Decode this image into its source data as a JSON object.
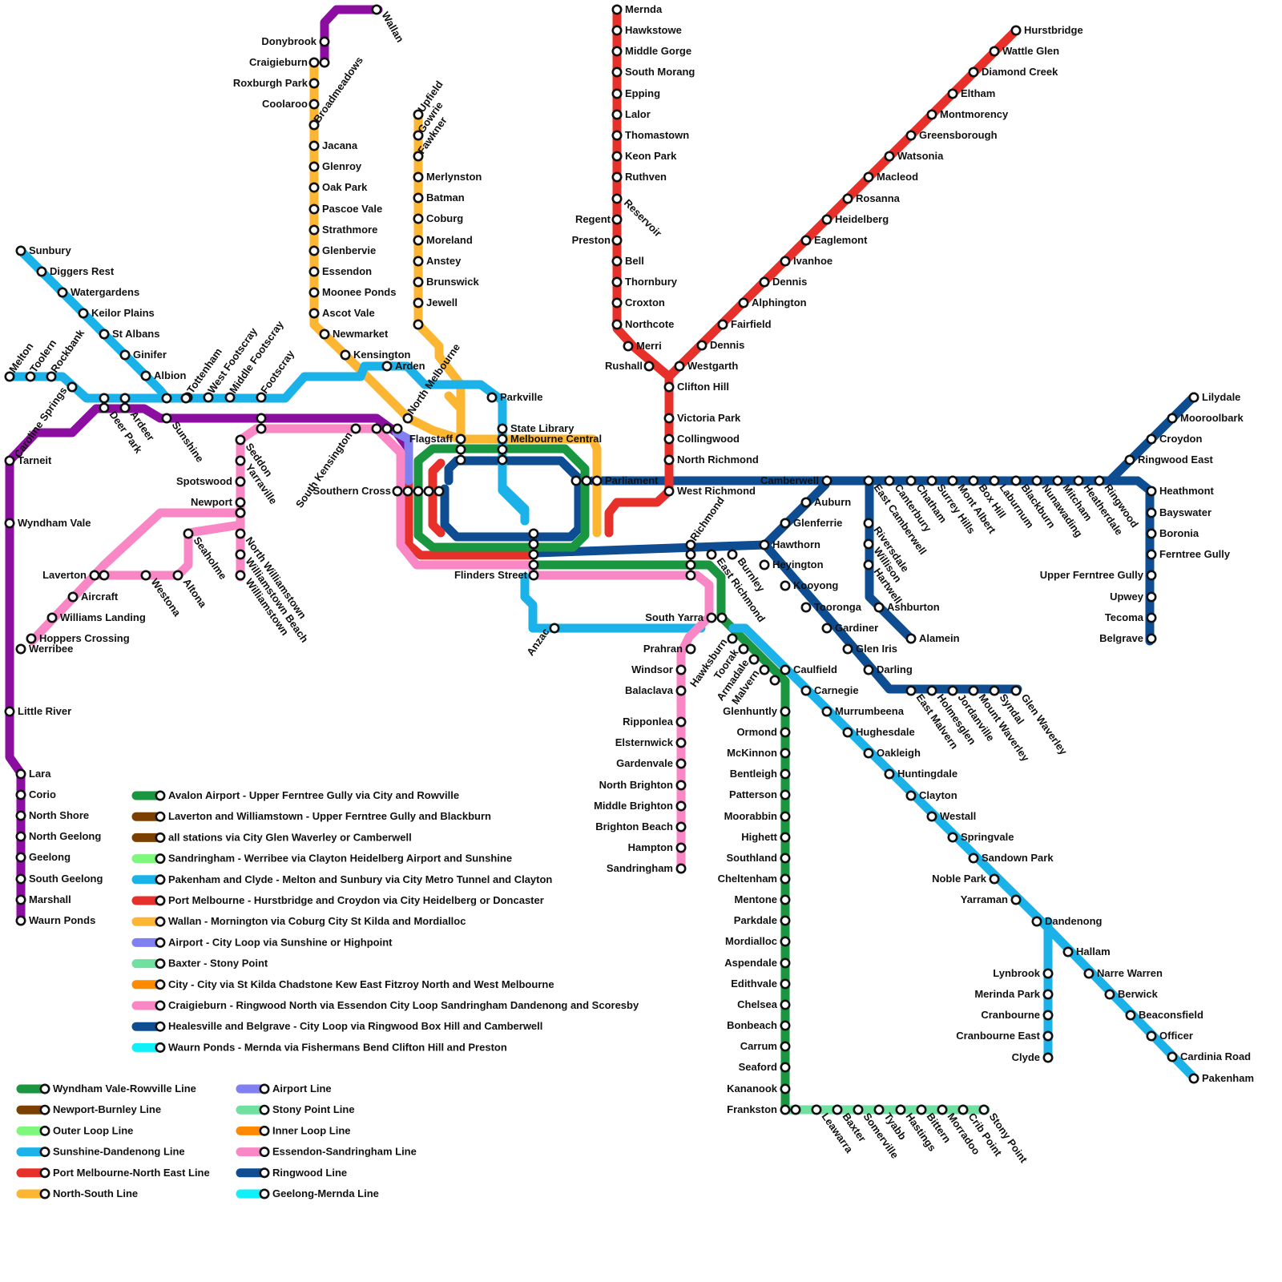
{
  "colors": {
    "green": "#1a9641",
    "brown": "#7b3f00",
    "light-green": "#7ef87a",
    "cyan": "#1ab2e8",
    "red": "#e8302a",
    "orange": "#fdb631",
    "violet": "#8080f0",
    "mint": "#6fe0a0",
    "amber": "#ff8a00",
    "pink": "#f987c5",
    "navy": "#0e4d92",
    "aqua": "#10f0f8",
    "purple": "#8b0ea0"
  },
  "stations": {
    "mernda": "Mernda",
    "hawkstowe": "Hawkstowe",
    "middle_gorge": "Middle Gorge",
    "south_morang": "South Morang",
    "epping": "Epping",
    "lalor": "Lalor",
    "thomastown": "Thomastown",
    "keon_park": "Keon Park",
    "ruthven": "Ruthven",
    "reservoir": "Reservoir",
    "regent": "Regent",
    "preston": "Preston",
    "bell": "Bell",
    "thornbury": "Thornbury",
    "croxton": "Croxton",
    "northcote": "Northcote",
    "merri": "Merri",
    "rushall": "Rushall",
    "westgarth": "Westgarth",
    "clifton_hill": "Clifton Hill",
    "victoria_park": "Victoria Park",
    "collingwood": "Collingwood",
    "north_richmond": "North Richmond",
    "west_richmond": "West Richmond",
    "hurstbridge": "Hurstbridge",
    "wattle_glen": "Wattle Glen",
    "diamond_creek": "Diamond Creek",
    "eltham": "Eltham",
    "montmorency": "Montmorency",
    "greensborough": "Greensborough",
    "watsonia": "Watsonia",
    "macleod": "Macleod",
    "rosanna": "Rosanna",
    "heidelberg": "Heidelberg",
    "eaglemont": "Eaglemont",
    "ivanhoe": "Ivanhoe",
    "darebin": "Dennis",
    "alphington": "Alphington",
    "fairfield": "Fairfield",
    "dennis": "Dennis",
    "wallan": "Wallan",
    "donnybrook": "Donybrook",
    "craigieburn": "Craigieburn",
    "roxburgh_park": "Roxburgh Park",
    "coolaroo": "Coolaroo",
    "broadmeadows": "Broadmeadows",
    "jacana": "Jacana",
    "glenroy": "Glenroy",
    "oak_park": "Oak Park",
    "pascoe_vale": "Pascoe Vale",
    "strathmore": "Strathmore",
    "glenbervie": "Glenbervie",
    "essendon": "Essendon",
    "moonee_ponds": "Moonee Ponds",
    "ascot_vale": "Ascot Vale",
    "newmarket": "Newmarket",
    "kensington": "Kensington",
    "arden": "Arden",
    "north_melbourne": "North Melbourne",
    "parkville": "Parkville",
    "upfield": "Upfield",
    "gowrie": "Gowrie",
    "fawkner": "Fawkner",
    "merlynston": "Merlynston",
    "batman": "Batman",
    "coburg": "Coburg",
    "moreland": "Moreland",
    "anstey": "Anstey",
    "brunswick": "Brunswick",
    "jewell": "Jewell",
    "state_library": "State Library",
    "melbourne_central": "Melbourne Central",
    "flagstaff": "Flagstaff",
    "parliament": "Parliament",
    "southern_cross": "Southern Cross",
    "flinders_street": "Flinders Street",
    "south_kensington": "South Kensington",
    "anzac": "Anzac",
    "sunbury": "Sunbury",
    "diggers_rest": "Diggers Rest",
    "watergardens": "Watergardens",
    "keilor_plains": "Keilor Plains",
    "st_albans": "St Albans",
    "ginifer": "Ginifer",
    "albion": "Albion",
    "melton": "Melton",
    "toolern": "Toolern",
    "rockbank": "Rockbank",
    "caroline_springs": "Caroline Springs",
    "deer_park": "Deer Park",
    "ardeer": "Ardeer",
    "sunshine": "Sunshine",
    "tottenham": "Tottenham",
    "west_footscray": "West Footscray",
    "middle_footscray": "Middle Footscray",
    "footscray": "Footscray",
    "seddon": "Seddon",
    "yarraville": "Yarraville",
    "spotswood": "Spotswood",
    "newport": "Newport",
    "north_williamstown": "North Williamstown",
    "williamstown_beach": "Williamstown Beach",
    "williamstown": "Williamstown",
    "seaholme": "Seaholme",
    "altona": "Altona",
    "westona": "Westona",
    "laverton": "Laverton",
    "aircraft": "Aircraft",
    "williams_landing": "Williams Landing",
    "hoppers_crossing": "Hoppers Crossing",
    "werribee": "Werribee",
    "tarneit": "Tarneit",
    "wyndham_vale": "Wyndham Vale",
    "little_river": "Little River",
    "lara": "Lara",
    "corio": "Corio",
    "north_shore": "North Shore",
    "north_geelong": "North Geelong",
    "geelong": "Geelong",
    "south_geelong": "South Geelong",
    "marshall": "Marshall",
    "waurn_ponds": "Waurn Ponds",
    "richmond": "Richmond",
    "east_richmond": "East Richmond",
    "burnley": "Burnley",
    "hawthorn": "Hawthorn",
    "glenferrie": "Glenferrie",
    "auburn": "Auburn",
    "camberwell": "Camberwell",
    "east_camberwell": "East Camberwell",
    "canterbury": "Canterbury",
    "chatham": "Chatham",
    "surrey_hills": "Surrey Hills",
    "mont_albert": "Mont Albert",
    "box_hill": "Box Hill",
    "laburnum": "Laburnum",
    "blackburn": "Blackburn",
    "nunawading": "Nunawading",
    "mitcham": "Mitcham",
    "heatherdale": "Heatherdale",
    "ringwood": "Ringwood",
    "ringwood_east": "Ringwood East",
    "croydon": "Croydon",
    "mooroolbark": "Mooroolbark",
    "lilydale": "Lilydale",
    "heathmont": "Heathmont",
    "bayswater": "Bayswater",
    "boronia": "Boronia",
    "ferntree_gully": "Ferntree Gully",
    "upper_ferntree_gully": "Upper Ferntree Gully",
    "upwey": "Upwey",
    "tecoma": "Tecoma",
    "belgrave": "Belgrave",
    "riversdale": "Riversdale",
    "willison": "Willison",
    "hartwell": "Hartwell",
    "ashburton": "Ashburton",
    "alamein": "Alamein",
    "heyington": "Heyington",
    "kooyong": "Kooyong",
    "tooronga": "Tooronga",
    "gardiner": "Gardiner",
    "glen_iris": "Glen Iris",
    "darling": "Darling",
    "east_malvern": "East Malvern",
    "holmesglen": "Holmesglen",
    "jordanville": "Jordanville",
    "mount_waverley": "Mount Waverley",
    "syndal": "Syndal",
    "glen_waverley": "Glen Waverley",
    "south_yarra": "South Yarra",
    "prahran": "Prahran",
    "windsor": "Windsor",
    "balaclava": "Balaclava",
    "ripponlea": "Ripponlea",
    "elsternwick": "Elsternwick",
    "gardenvale": "Gardenvale",
    "north_brighton": "North Brighton",
    "middle_brighton": "Middle Brighton",
    "brighton_beach": "Brighton Beach",
    "hampton": "Hampton",
    "sandringham": "Sandringham",
    "hawksburn": "Hawksburn",
    "toorak": "Toorak",
    "armadale": "Armadale",
    "malvern": "Malvern",
    "caulfield": "Caulfield",
    "glenhuntly": "Glenhuntly",
    "ormond": "Ormond",
    "mckinnon": "McKinnon",
    "bentleigh": "Bentleigh",
    "patterson": "Patterson",
    "moorabbin": "Moorabbin",
    "highett": "Highett",
    "southland": "Southland",
    "cheltenham": "Cheltenham",
    "mentone": "Mentone",
    "parkdale": "Parkdale",
    "mordialloc": "Mordialloc",
    "aspendale": "Aspendale",
    "edithvale": "Edithvale",
    "chelsea": "Chelsea",
    "bonbeach": "Bonbeach",
    "carrum": "Carrum",
    "seaford": "Seaford",
    "kananook": "Kananook",
    "frankston": "Frankston",
    "leawarra": "Leawarra",
    "baxter": "Baxter",
    "somerville": "Somerville",
    "tyabb": "Tyabb",
    "hastings": "Hastings",
    "bittern": "Bittern",
    "morradoo": "Morradoo",
    "crib_point": "Crib Point",
    "stony_point": "Stony Point",
    "carnegie": "Carnegie",
    "murrumbeena": "Murrumbeena",
    "hughesdale": "Hughesdale",
    "oakleigh": "Oakleigh",
    "huntingdale": "Huntingdale",
    "clayton": "Clayton",
    "westall": "Westall",
    "springvale": "Springvale",
    "sandown_park": "Sandown Park",
    "noble_park": "Noble Park",
    "yarraman": "Yarraman",
    "dandenong": "Dandenong",
    "hallam": "Hallam",
    "narre_warren": "Narre Warren",
    "berwick": "Berwick",
    "beaconsfield": "Beaconsfield",
    "officer": "Officer",
    "cardinia_road": "Cardinia Road",
    "pakenham": "Pakenham",
    "lynbrook": "Lynbrook",
    "merinda_park": "Merinda Park",
    "cranbourne": "Cranbourne",
    "cranbourne_east": "Cranbourne East",
    "clyde": "Clyde"
  },
  "legend_services": [
    {
      "label": "Avalon Airport - Upper Ferntree Gully via City and Rowville",
      "color": "#1a9641"
    },
    {
      "label": "Laverton and Williamstown - Upper Ferntree Gully and Blackburn",
      "color": "#7b3f00"
    },
    {
      "label": "all stations via City Glen Waverley or Camberwell",
      "color": "#7b3f00"
    },
    {
      "label": "Sandringham - Werribee via Clayton Heidelberg Airport and Sunshine",
      "color": "#7ef87a"
    },
    {
      "label": "Pakenham and Clyde - Melton and Sunbury via City Metro Tunnel and Clayton",
      "color": "#1ab2e8"
    },
    {
      "label": "Port Melbourne - Hurstbridge and Croydon via City Heidelberg or Doncaster",
      "color": "#e8302a"
    },
    {
      "label": "Wallan - Mornington via Coburg City St Kilda and Mordialloc",
      "color": "#fdb631"
    },
    {
      "label": "Airport - City Loop via Sunshine or Highpoint",
      "color": "#8080f0"
    },
    {
      "label": "Baxter - Stony Point",
      "color": "#6fe0a0"
    },
    {
      "label": "City - City via St Kilda Chadstone Kew East Fitzroy North and West Melbourne",
      "color": "#ff8a00"
    },
    {
      "label": "Craigieburn - Ringwood North via Essendon City Loop Sandringham Dandenong and Scoresby",
      "color": "#f987c5"
    },
    {
      "label": "Healesville and Belgrave - City Loop via Ringwood Box Hill and Camberwell",
      "color": "#0e4d92"
    },
    {
      "label": "Waurn Ponds - Mernda via Fishermans Bend Clifton Hill and Preston",
      "color": "#10f0f8"
    }
  ],
  "legend_lines_left": [
    {
      "label": "Wyndham Vale-Rowville Line",
      "color": "#1a9641"
    },
    {
      "label": "Newport-Burnley Line",
      "color": "#7b3f00"
    },
    {
      "label": "Outer Loop Line",
      "color": "#7ef87a"
    },
    {
      "label": "Sunshine-Dandenong Line",
      "color": "#1ab2e8"
    },
    {
      "label": "Port Melbourne-North East Line",
      "color": "#e8302a"
    },
    {
      "label": "North-South Line",
      "color": "#fdb631"
    }
  ],
  "legend_lines_right": [
    {
      "label": "Airport Line",
      "color": "#8080f0"
    },
    {
      "label": "Stony Point Line",
      "color": "#6fe0a0"
    },
    {
      "label": "Inner Loop Line",
      "color": "#ff8a00"
    },
    {
      "label": "Essendon-Sandringham Line",
      "color": "#f987c5"
    },
    {
      "label": "Ringwood Line",
      "color": "#0e4d92"
    },
    {
      "label": "Geelong-Mernda Line",
      "color": "#10f0f8"
    }
  ]
}
